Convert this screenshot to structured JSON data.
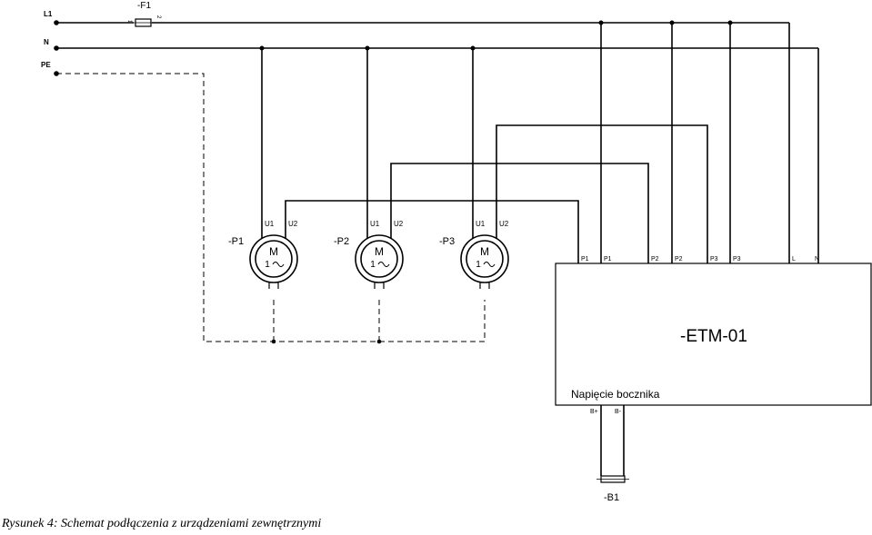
{
  "lines": {
    "l1": "L1",
    "n": "N",
    "pe": "PE"
  },
  "fuse": {
    "label": "-F1",
    "pin1": "1",
    "pin2": "2"
  },
  "motors": [
    {
      "label": "-P1",
      "u1": "U1",
      "u2": "U2",
      "symbol": "M",
      "phase": "1"
    },
    {
      "label": "-P2",
      "u1": "U1",
      "u2": "U2",
      "symbol": "M",
      "phase": "1"
    },
    {
      "label": "-P3",
      "u1": "U1",
      "u2": "U2",
      "symbol": "M",
      "phase": "1"
    }
  ],
  "controller": {
    "label": "-ETM-01",
    "subtitle": "Napięcie bocznika",
    "terminals": [
      "P1",
      "P1",
      "P2",
      "P2",
      "P3",
      "P3",
      "L",
      "N"
    ],
    "shunt_terminals": [
      "B+",
      "B-"
    ]
  },
  "shunt": {
    "label": "-B1"
  },
  "caption": "Rysunek 4: Schemat podłączenia z urządzeniami zewnętrznymi"
}
